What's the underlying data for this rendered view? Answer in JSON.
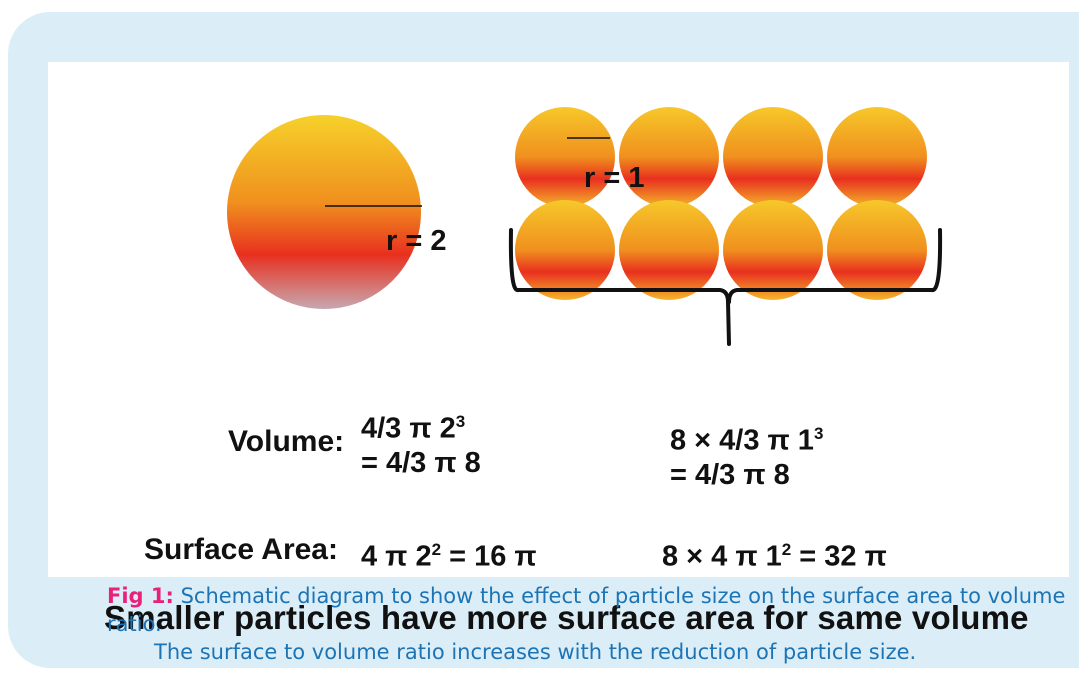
{
  "diagram": {
    "big_particle_radius_label": "r = 2",
    "small_particle_radius_label": "r = 1",
    "small_particle_count": 8,
    "colors": {
      "particle_top": "#f6d12a",
      "particle_mid": "#f0901e",
      "particle_bottom": "#e8301f",
      "particle_base": "#c7a8b0",
      "panel_background": "#dbeef8",
      "caption_text": "#1d74b5",
      "caption_label": "#e8217a"
    },
    "volume": {
      "label": "Volume:",
      "big": {
        "line1_main": "4/3 π 2",
        "line1_exp": "3",
        "line2": "= 4/3 π 8"
      },
      "small": {
        "line1_main": "8 × 4/3 π 1",
        "line1_exp": "3",
        "line2": "= 4/3 π 8"
      }
    },
    "surface_area": {
      "label": "Surface Area:",
      "big": {
        "pre": "4 π 2",
        "exp": "2",
        "post": " = 16 π"
      },
      "small": {
        "pre": "8 × 4 π 1",
        "exp": "2",
        "post": " = 32 π"
      }
    },
    "conclusion": "Smaller particles have more surface area for same volume"
  },
  "caption": {
    "label": "Fig 1:",
    "line1": " Schematic diagram to show the effect of particle size on the surface area to volume ratio.",
    "line2": "The surface to volume ratio increases with the reduction of particle size."
  }
}
